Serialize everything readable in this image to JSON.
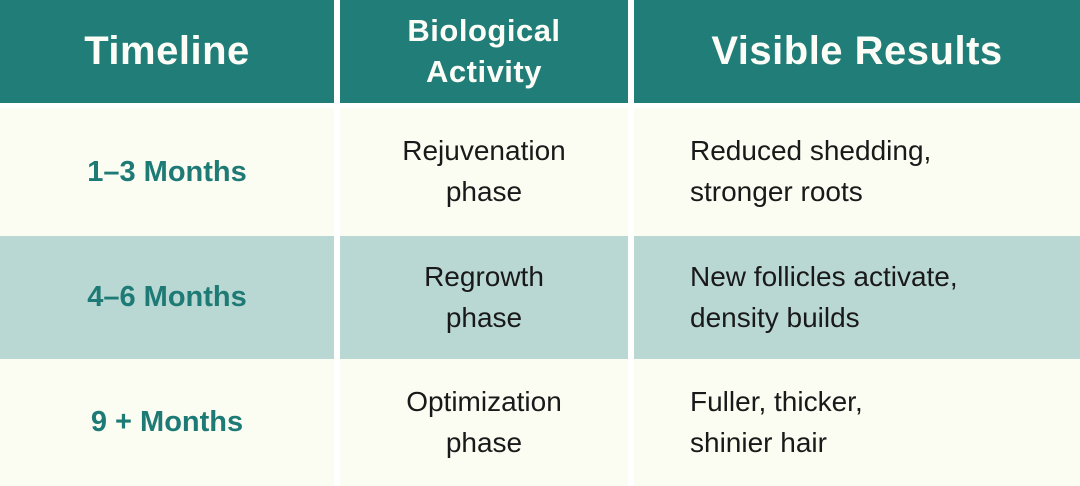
{
  "colors": {
    "header_bg": "#207d77",
    "header_text": "#fdfdf8",
    "row_bg": "#fbfcf2",
    "row_alt_bg": "#b9d7d3",
    "accent_text": "#1e7a74",
    "body_text": "#191919",
    "divider": "#ffffff"
  },
  "table": {
    "headers": [
      "Timeline",
      "Biological\nActivity",
      "Visible Results"
    ],
    "rows": [
      {
        "timeline": "1–3 Months",
        "activity": "Rejuvenation\nphase",
        "results": "Reduced shedding,\nstronger roots"
      },
      {
        "timeline": "4–6 Months",
        "activity": "Regrowth\nphase",
        "results": "New follicles activate,\ndensity builds"
      },
      {
        "timeline": "9 + Months",
        "activity": "Optimization\nphase",
        "results": "Fuller, thicker,\nshinier hair"
      }
    ]
  },
  "chart_data": {
    "type": "table",
    "columns": [
      "Timeline",
      "Biological Activity",
      "Visible Results"
    ],
    "rows": [
      [
        "1–3 Months",
        "Rejuvenation phase",
        "Reduced shedding, stronger roots"
      ],
      [
        "4–6 Months",
        "Regrowth phase",
        "New follicles activate, density builds"
      ],
      [
        "9 + Months",
        "Optimization phase",
        "Fuller, thicker, shinier hair"
      ]
    ]
  }
}
